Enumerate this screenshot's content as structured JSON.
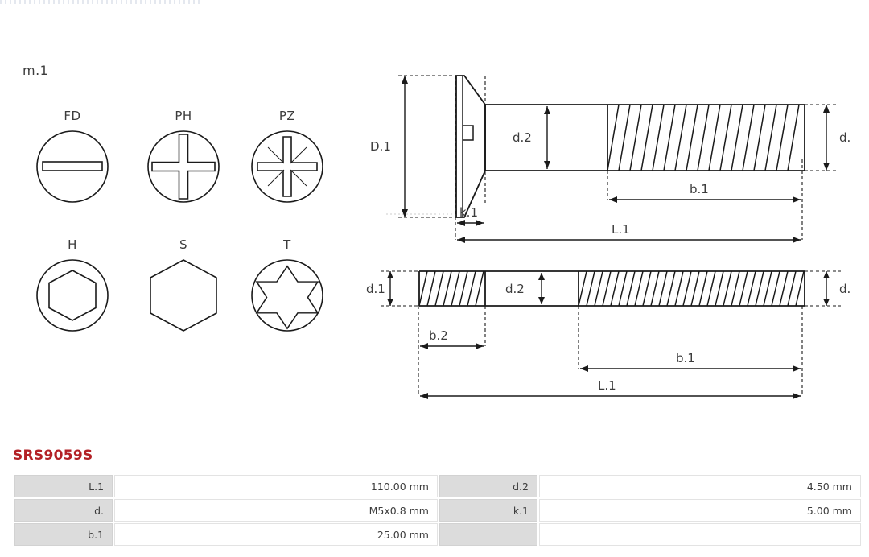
{
  "part_number": "SRS9059S",
  "drive_panel": {
    "group_label": "m.1",
    "icons": [
      {
        "label": "FD",
        "icon": "slotted-drive-icon"
      },
      {
        "label": "PH",
        "icon": "phillips-drive-icon"
      },
      {
        "label": "PZ",
        "icon": "pozidriv-drive-icon"
      },
      {
        "label": "H",
        "icon": "hex-socket-drive-icon"
      },
      {
        "label": "S",
        "icon": "hex-head-drive-icon"
      },
      {
        "label": "T",
        "icon": "torx-drive-icon"
      }
    ]
  },
  "drawings": {
    "screw": {
      "name": "countersunk-slotted-screw-drawing",
      "dimensions": {
        "head_diameter": "D.1",
        "head_height": "k.1",
        "shank_diameter": "d.2",
        "thread_diameter": "d.",
        "thread_length": "b.1",
        "total_length": "L.1"
      }
    },
    "stud": {
      "name": "double-ended-stud-drawing",
      "dimensions": {
        "nominal_diameter": "d.1",
        "shank_diameter": "d.2",
        "thread_diameter": "d.",
        "short_thread_length": "b.2",
        "long_thread_length": "b.1",
        "total_length": "L.1"
      }
    }
  },
  "spec_table": {
    "rows": [
      {
        "key1": "L.1",
        "val1": "110.00 mm",
        "key2": "d.2",
        "val2": "4.50 mm"
      },
      {
        "key1": "d.",
        "val1": "M5x0.8 mm",
        "key2": "k.1",
        "val2": "5.00 mm"
      },
      {
        "key1": "b.1",
        "val1": "25.00 mm",
        "key2": "",
        "val2": ""
      }
    ]
  },
  "colors": {
    "part_number": "#b32025",
    "table_key_bg": "#dcdcdc",
    "line": "#1a1a1a"
  }
}
